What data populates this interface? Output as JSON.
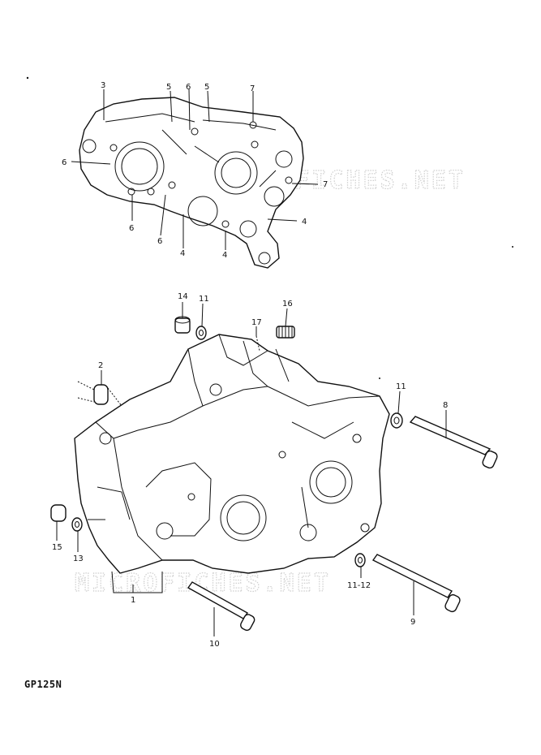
{
  "diagram": {
    "model_code": "GP125N",
    "watermarks": [
      "MICROFICHES.NET",
      "MICROFICHES.NET"
    ],
    "callouts": {
      "top": [
        "3",
        "5",
        "6",
        "5",
        "7",
        "6",
        "7",
        "6",
        "6",
        "4",
        "4",
        "4"
      ],
      "bottom": [
        "14",
        "11",
        "16",
        "17",
        "2",
        "11",
        "8",
        "15",
        "13",
        "1",
        "11-12",
        "9",
        "10"
      ]
    }
  }
}
